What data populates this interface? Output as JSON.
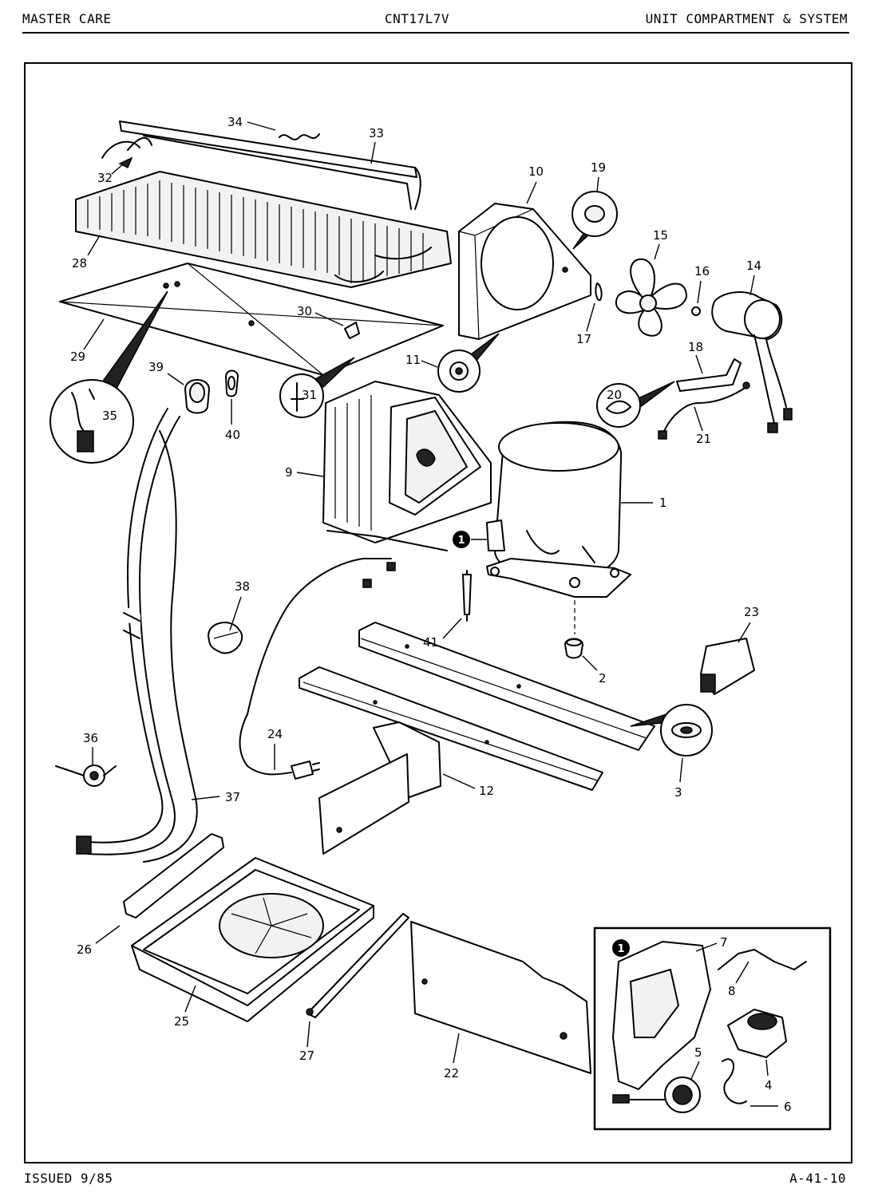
{
  "header": {
    "left": "MASTER CARE",
    "center": "CNT17L7V",
    "right": "UNIT COMPARTMENT & SYSTEM"
  },
  "footer": {
    "left": "ISSUED 9/85",
    "right": "A-41-10"
  },
  "callouts": {
    "c1": "1",
    "c2": "2",
    "c3": "3",
    "c4": "4",
    "c5": "5",
    "c6": "6",
    "c7": "7",
    "c8": "8",
    "c9": "9",
    "c10": "10",
    "c11": "11",
    "c12": "12",
    "c14": "14",
    "c15": "15",
    "c16": "16",
    "c17": "17",
    "c18": "18",
    "c19": "19",
    "c20": "20",
    "c21": "21",
    "c22": "22",
    "c23": "23",
    "c24": "24",
    "c25": "25",
    "c26": "26",
    "c27": "27",
    "c28": "28",
    "c29": "29",
    "c30": "30",
    "c31": "31",
    "c32": "32",
    "c33": "33",
    "c34": "34",
    "c35": "35",
    "c36": "36",
    "c37": "37",
    "c38": "38",
    "c39": "39",
    "c40": "40",
    "c41": "41"
  },
  "inset_marker": "1"
}
